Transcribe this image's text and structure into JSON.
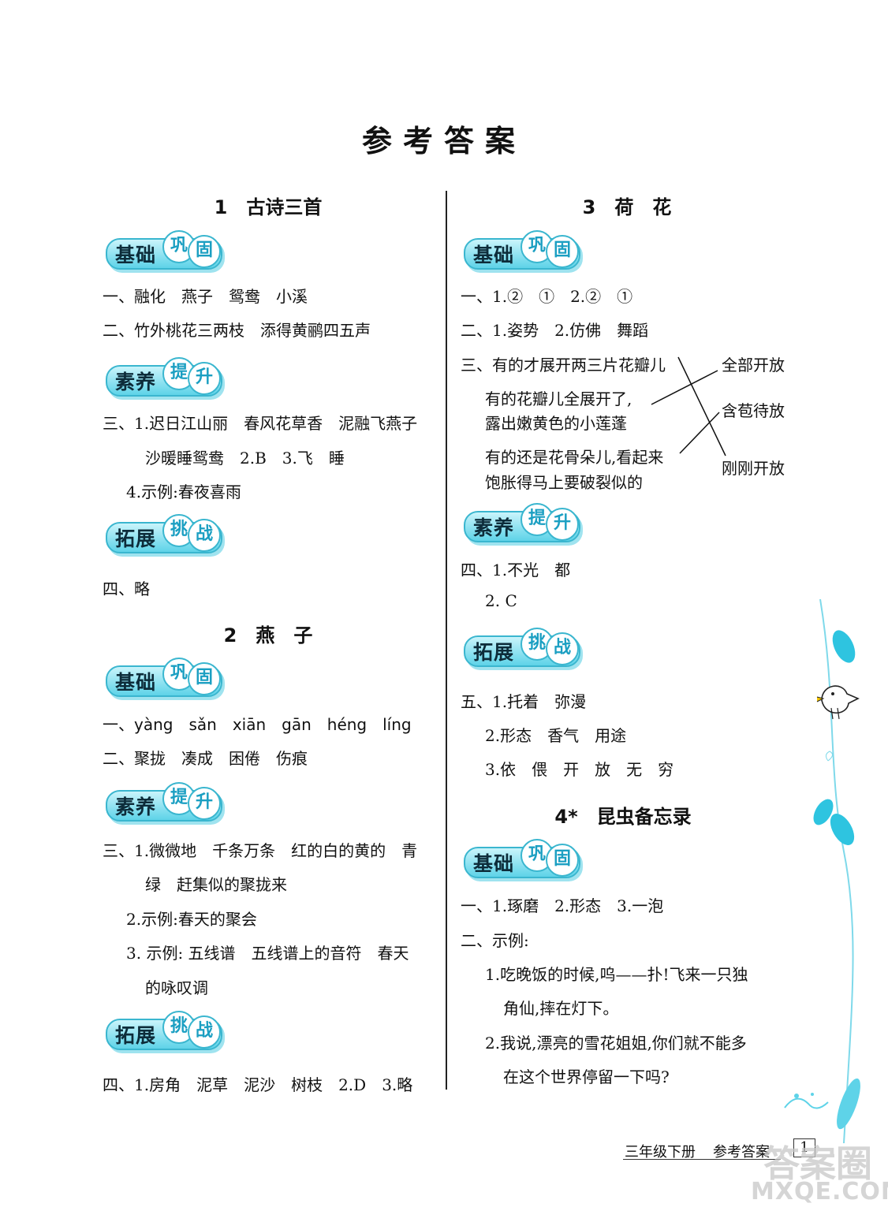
{
  "title": "参考答案",
  "badges": {
    "jichu": {
      "main": "基础",
      "c1": "巩",
      "c2": "固"
    },
    "suyang": {
      "main": "素养",
      "c1": "提",
      "c2": "升"
    },
    "tuozhan": {
      "main": "拓展",
      "c1": "挑",
      "c2": "战"
    }
  },
  "left": {
    "s1": {
      "heading": "1　古诗三首",
      "l1": "一、融化　燕子　鸳鸯　小溪",
      "l2": "二、竹外桃花三两枝　添得黄鹂四五声",
      "l3": "三、1.迟日江山丽　春风花草香　泥融飞燕子",
      "l4": "沙暖睡鸳鸯　2.B　3.飞　睡",
      "l5": "4.示例:春夜喜雨",
      "l6": "四、略"
    },
    "s2": {
      "heading": "2　燕　子",
      "l1": "一、yàng　sǎn　xiān　gān　héng　líng",
      "l2": "二、聚拢　凑成　困倦　伤痕",
      "l3": "三、1.微微地　千条万条　红的白的黄的　青",
      "l4": "绿　赶集似的聚拢来",
      "l5": "2.示例:春天的聚会",
      "l6": "3. 示例: 五线谱　五线谱上的音符　春天",
      "l7": "的咏叹调",
      "l8": "四、1.房角　泥草　泥沙　树枝　2.D　3.略"
    }
  },
  "right": {
    "s3": {
      "heading": "3　荷　花",
      "l1": "一、1.②　①　2.②　①",
      "l2": "二、1.姿势　2.仿佛　舞蹈",
      "m_left1": "三、有的才展开两三片花瓣儿",
      "m_left2a": "有的花瓣儿全展开了,",
      "m_left2b": "露出嫩黄色的小莲蓬",
      "m_left3a": "有的还是花骨朵儿,看起来",
      "m_left3b": "饱胀得马上要破裂似的",
      "m_right1": "全部开放",
      "m_right2": "含苞待放",
      "m_right3": "刚刚开放",
      "l3": "四、1.不光　都",
      "l4": "2. C",
      "l5": "五、1.托着　弥漫",
      "l6": "2.形态　香气　用途",
      "l7": "3.依　偎　开　放　无　穷"
    },
    "s4": {
      "heading": "4*　昆虫备忘录",
      "l1": "一、1.琢磨　2.形态　3.一泡",
      "l2": "二、示例:",
      "l3": "1.吃晚饭的时候,呜——扑!飞来一只独",
      "l4": "角仙,摔在灯下。",
      "l5": "2.我说,漂亮的雪花姐姐,你们就不能多",
      "l6": "在这个世界停留一下吗?"
    }
  },
  "footer": {
    "grade": "三年级下册",
    "label": "参考答案",
    "page": "1"
  },
  "watermark": {
    "top": "答案圈",
    "bottom": "MXQE.COM"
  },
  "colors": {
    "badge": "#5ed3e8",
    "badge_border": "#3ab6cf",
    "leaf": "#2ec4e0"
  }
}
